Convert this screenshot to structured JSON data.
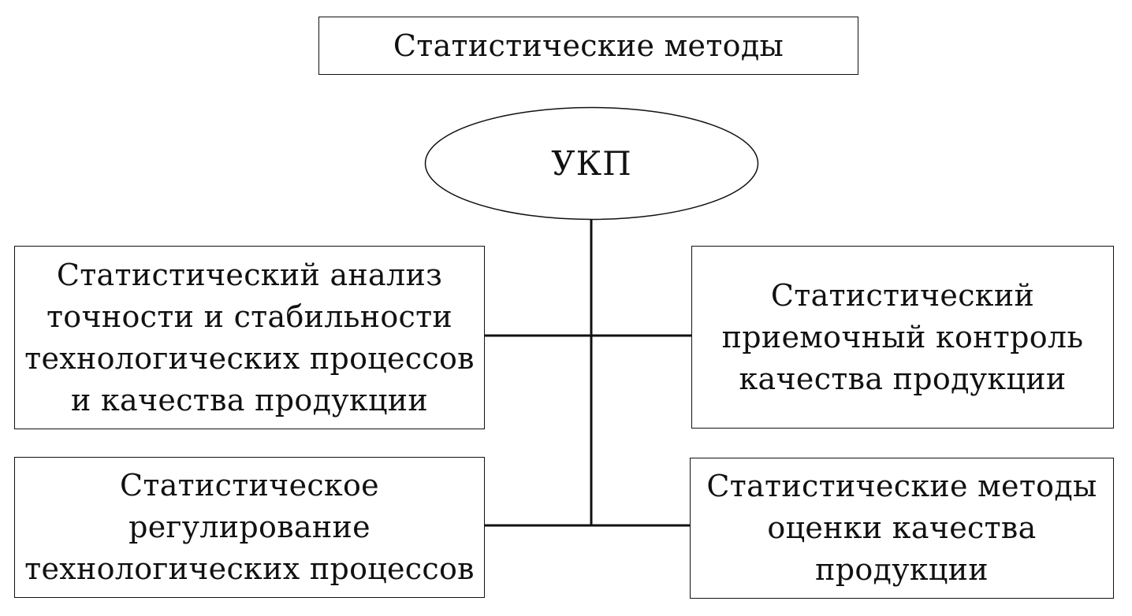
{
  "title": "Статистические методы",
  "center": "УКП",
  "boxes": {
    "analysis": "Статистический анализ\nточности и стабильности\nтехнологических процессов\nи качества продукции",
    "acceptance": "Статистический\nприемочный контроль\nкачества продукции",
    "regulation": "Статистическое\nрегулирование\nтехнологических процессов",
    "assessment": "Статистические методы\nоценки качества\nпродукции"
  }
}
